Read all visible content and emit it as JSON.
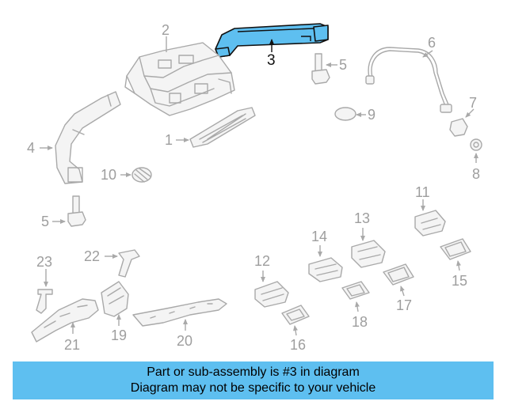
{
  "diagram": {
    "highlight_color": "#5ebff0",
    "highlighted_callout": "3",
    "callouts": {
      "c1": "1",
      "c2": "2",
      "c3": "3",
      "c4": "4",
      "c5a": "5",
      "c5b": "5",
      "c6": "6",
      "c7": "7",
      "c8": "8",
      "c9": "9",
      "c10": "10",
      "c11": "11",
      "c12": "12",
      "c13": "13",
      "c14": "14",
      "c15": "15",
      "c16": "16",
      "c17": "17",
      "c18": "18",
      "c19": "19",
      "c20": "20",
      "c21": "21",
      "c22": "22",
      "c23": "23"
    }
  },
  "banner": {
    "line1": "Part or sub-assembly is #3 in diagram",
    "line2": "Diagram may not be specific to your vehicle",
    "color": "#5ebff0"
  }
}
